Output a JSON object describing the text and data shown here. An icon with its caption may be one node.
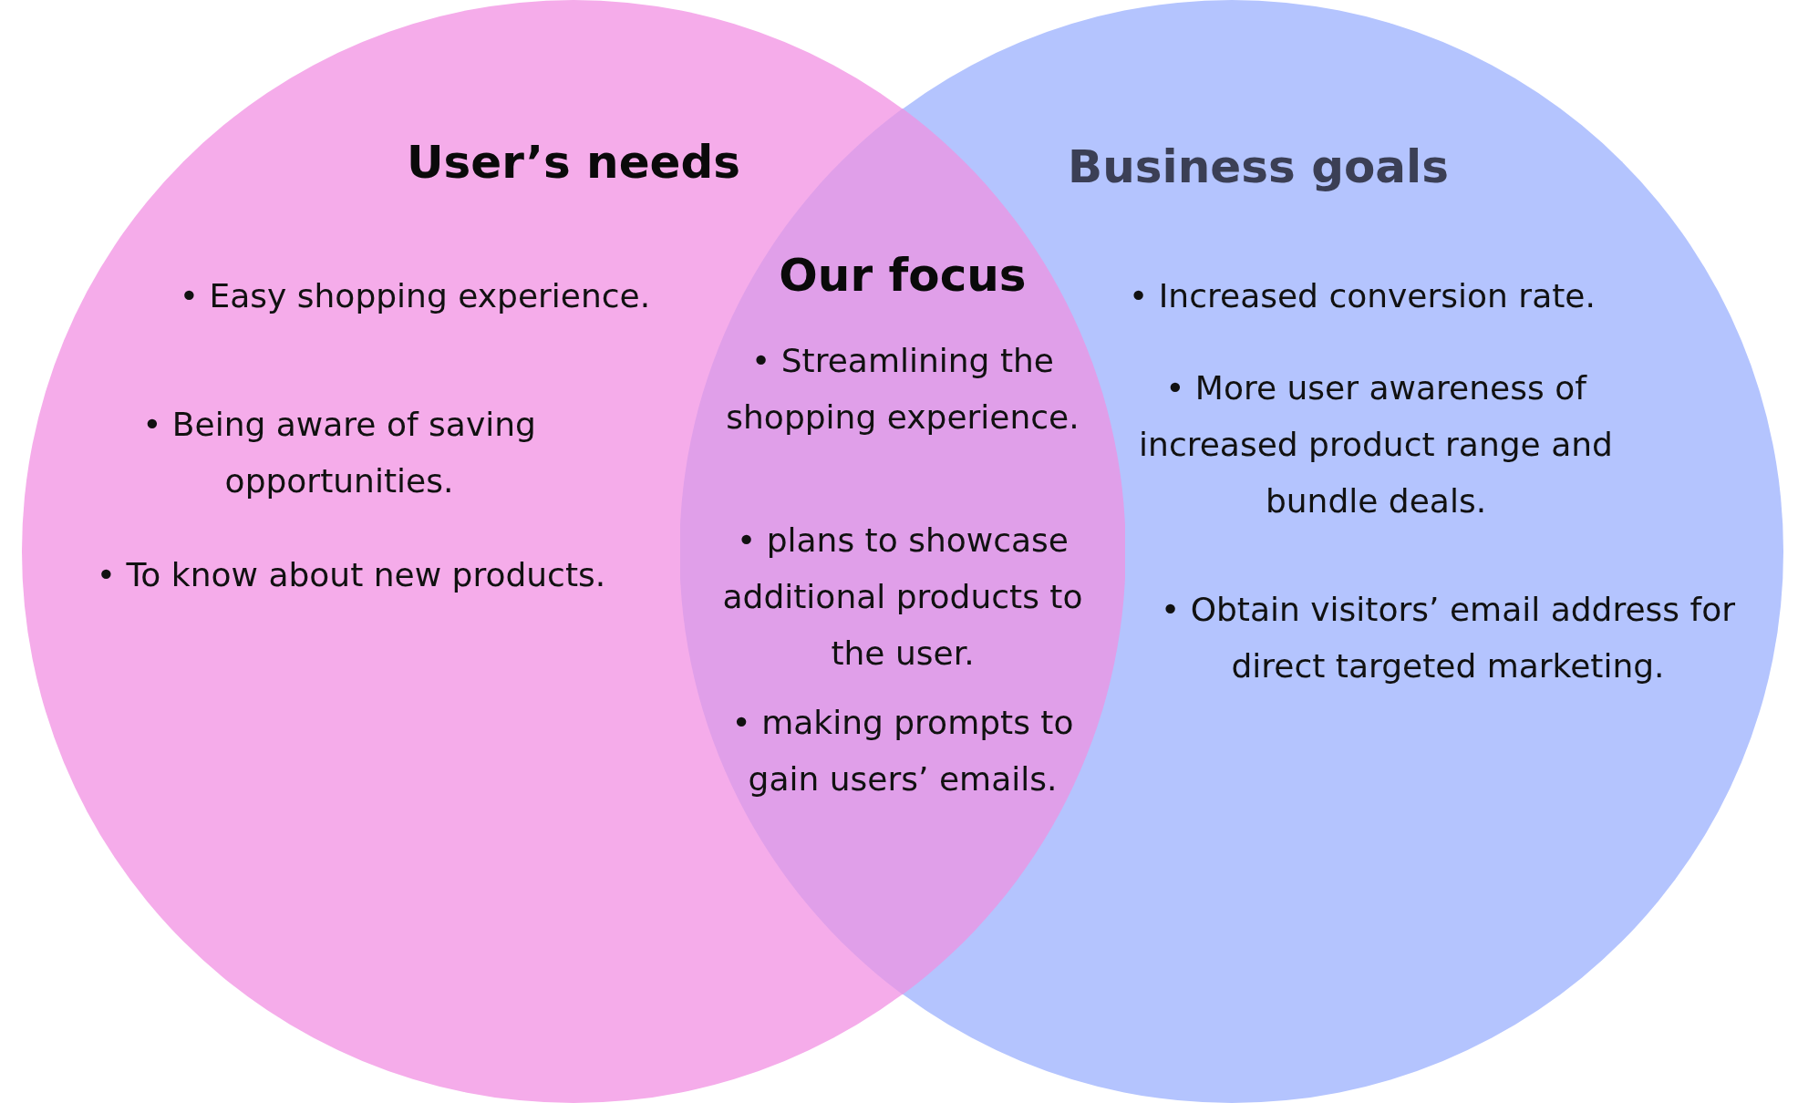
{
  "diagram": {
    "nodes": [
      {
        "text": [
          "User’s needs",
          "• Easy shopping experience.",
          "• Being aware of saving opportunities.",
          "• To know about new products."
        ]
      },
      {
        "text": [
          "Business goals",
          "• Increased conversion rate.",
          "• More user awareness of increased product range and bundle deals.",
          "• Obtain visitors’ email address for direct targeted marketing."
        ]
      },
      {
        "text": [
          "Our focus",
          "• Streamlining the shopping experience.",
          "• plans to showcase additional products to the user.",
          "• making prompts to gain users’ emails."
        ]
      }
    ],
    "edges": []
  }
}
